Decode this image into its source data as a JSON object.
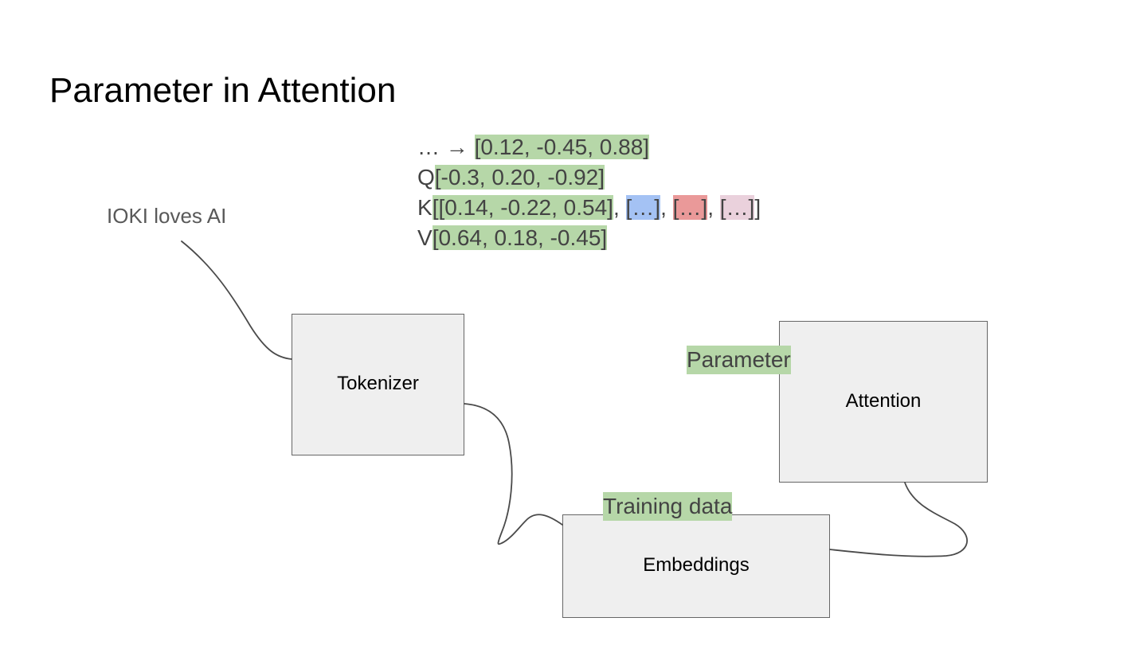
{
  "slide": {
    "title": "Parameter in Attention",
    "background_color": "#ffffff"
  },
  "colors": {
    "highlight_green": "#b6d7a8",
    "highlight_blue": "#a4c2f4",
    "highlight_red": "#ea9999",
    "highlight_pink": "#ead1dc",
    "body_text": "#434343",
    "muted_text": "#595959",
    "box_fill": "#efefef",
    "box_border": "#666666",
    "connector_stroke": "#4a4a4a"
  },
  "source_phrase": {
    "text": "IOKI loves AI"
  },
  "vector_block": {
    "lines": [
      {
        "id": "line-ellipsis-arrow",
        "segments": [
          {
            "text": "… → ",
            "highlight": "none"
          },
          {
            "text": "[0.12, -0.45, 0.88]",
            "highlight": "green"
          }
        ]
      },
      {
        "id": "line-q",
        "segments": [
          {
            "text": "Q",
            "highlight": "none"
          },
          {
            "text": "[-0.3, 0.20, -0.92]",
            "highlight": "green"
          }
        ]
      },
      {
        "id": "line-k",
        "segments": [
          {
            "text": "K",
            "highlight": "none"
          },
          {
            "text": "[[0.14, -0.22, 0.54]",
            "highlight": "green"
          },
          {
            "text": ", ",
            "highlight": "none"
          },
          {
            "text": "[…]",
            "highlight": "blue"
          },
          {
            "text": ", ",
            "highlight": "none"
          },
          {
            "text": "[…]",
            "highlight": "red"
          },
          {
            "text": ", ",
            "highlight": "none"
          },
          {
            "text": "[…]",
            "highlight": "pink"
          },
          {
            "text": "]",
            "highlight": "none"
          }
        ]
      },
      {
        "id": "line-v",
        "segments": [
          {
            "text": "V",
            "highlight": "none"
          },
          {
            "text": "[0.64, 0.18, -0.45]",
            "highlight": "green"
          }
        ]
      }
    ]
  },
  "boxes": [
    {
      "id": "tokenizer",
      "label": "Tokenizer"
    },
    {
      "id": "attention",
      "label": "Attention"
    },
    {
      "id": "embeddings",
      "label": "Embeddings"
    }
  ],
  "annotations": [
    {
      "id": "parameter",
      "label": "Parameter",
      "highlight": "green"
    },
    {
      "id": "training-data",
      "label": "Training data",
      "highlight": "green"
    }
  ]
}
